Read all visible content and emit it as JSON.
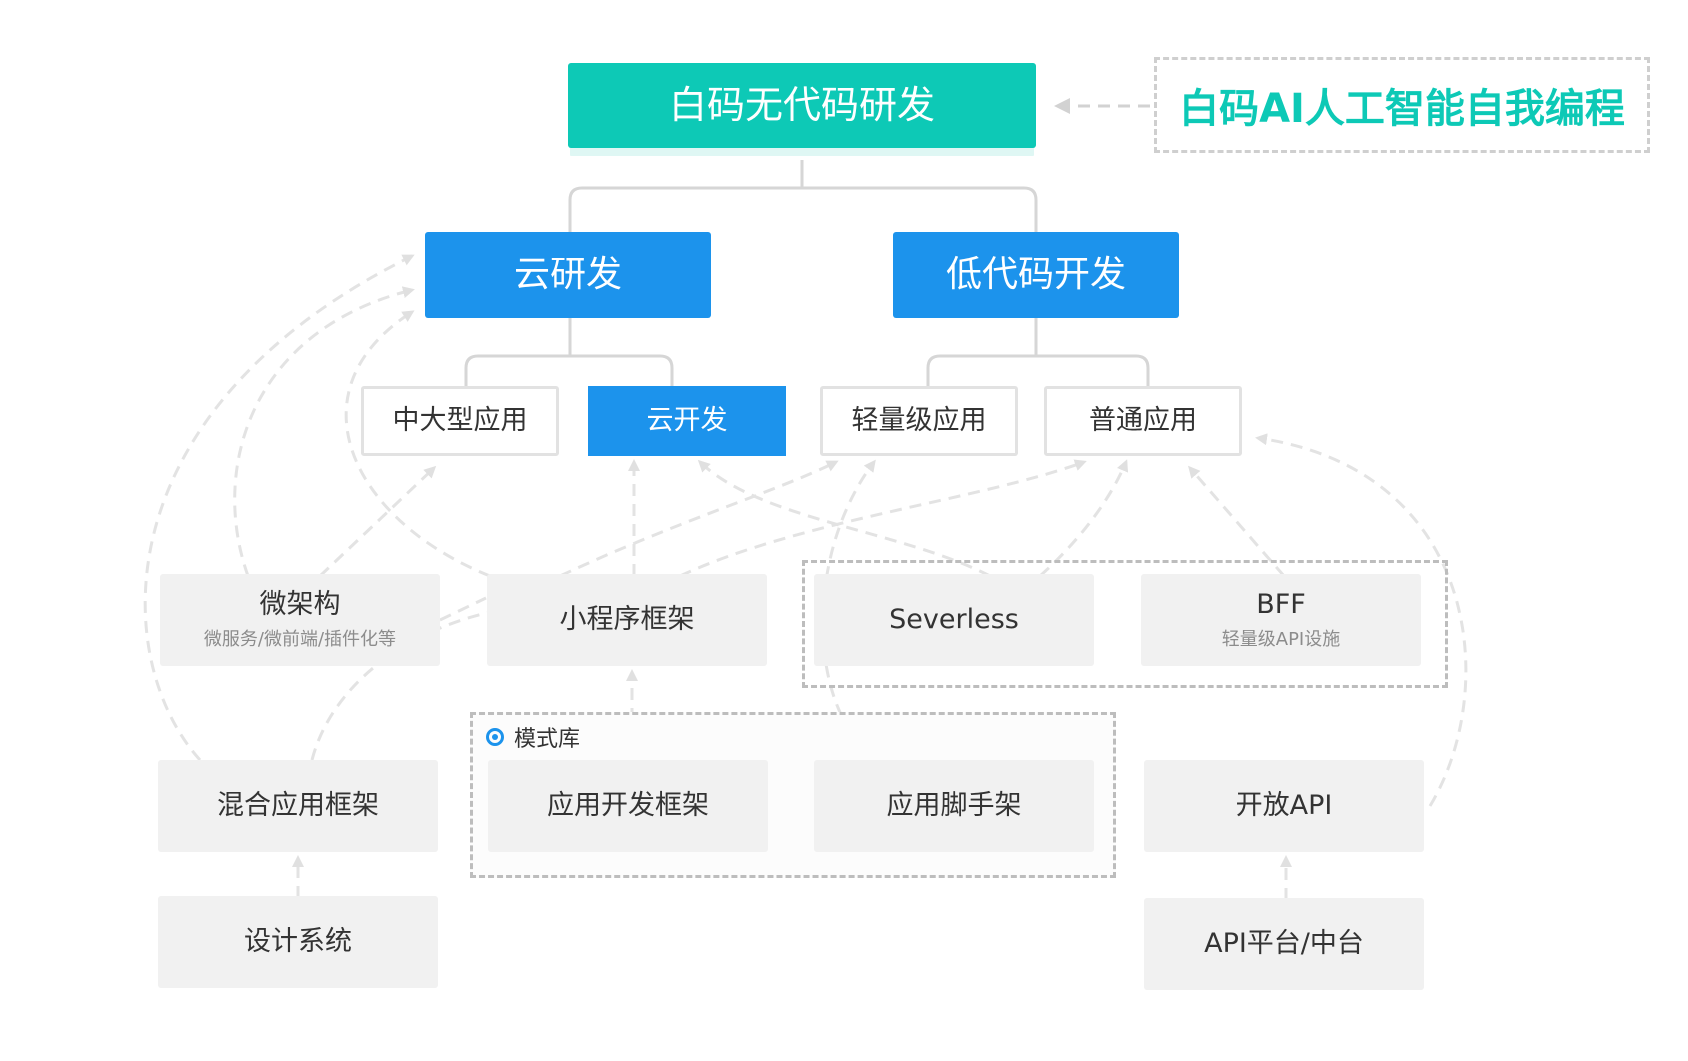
{
  "top": {
    "title": "白码无代码研发",
    "ai_label": "白码AI人工智能自我编程"
  },
  "level2": {
    "cloud_dev": "云研发",
    "lowcode_dev": "低代码开发"
  },
  "level3": {
    "large_app": "中大型应用",
    "cloud_develop": "云开发",
    "light_app": "轻量级应用",
    "normal_app": "普通应用"
  },
  "foundations": {
    "microarch": {
      "label": "微架构",
      "sub": "微服务/微前端/插件化等"
    },
    "miniprogram": "小程序框架",
    "serverless": "Severless",
    "bff": {
      "label": "BFF",
      "sub": "轻量级API设施"
    },
    "pattern_library": "模式库",
    "hybrid": "混合应用框架",
    "app_framework": "应用开发框架",
    "scaffold": "应用脚手架",
    "open_api": "开放API",
    "design_system": "设计系统",
    "api_platform": "API平台/中台"
  },
  "colors": {
    "teal": "#0dc9b6",
    "blue": "#1c93ec",
    "grey_box": "#f1f1f1",
    "line": "#d6d6d6"
  }
}
